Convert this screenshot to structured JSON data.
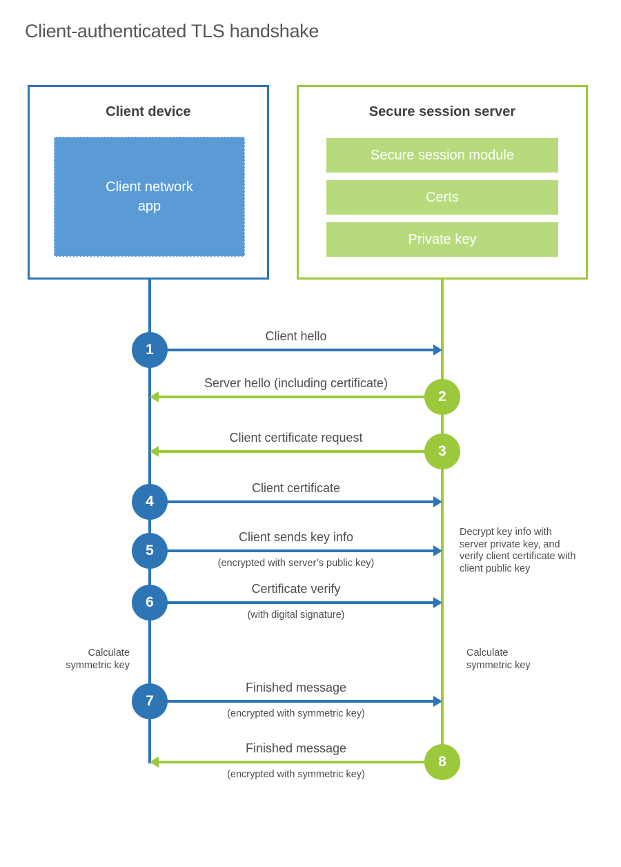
{
  "title": "Client-authenticated TLS handshake",
  "colors": {
    "blue": "#2E75B6",
    "blue_fill": "#5B9BD5",
    "green": "#9CC83C",
    "green_fill": "#B7DB7C"
  },
  "client_box": {
    "heading": "Client device",
    "app_label_lines": [
      "Client network",
      "app"
    ]
  },
  "server_box": {
    "heading": "Secure session server",
    "modules": [
      "Secure session module",
      "Certs",
      "Private key"
    ]
  },
  "steps": [
    {
      "num": 1,
      "label": "Client hello",
      "sublabel": "",
      "direction": "client-to-server"
    },
    {
      "num": 2,
      "label": "Server hello (including certificate)",
      "sublabel": "",
      "direction": "server-to-client"
    },
    {
      "num": 3,
      "label": "Client certificate request",
      "sublabel": "",
      "direction": "server-to-client"
    },
    {
      "num": 4,
      "label": "Client certificate",
      "sublabel": "",
      "direction": "client-to-server"
    },
    {
      "num": 5,
      "label": "Client sends key info",
      "sublabel": "(encrypted with server’s public key)",
      "direction": "client-to-server"
    },
    {
      "num": 6,
      "label": "Certificate verify",
      "sublabel": "(with digital signature)",
      "direction": "client-to-server"
    },
    {
      "num": 7,
      "label": "Finished message",
      "sublabel": "(encrypted with symmetric key)",
      "direction": "client-to-server"
    },
    {
      "num": 8,
      "label": "Finished message",
      "sublabel": "(encrypted with symmetric key)",
      "direction": "server-to-client"
    }
  ],
  "annotations": {
    "decrypt_note": "Decrypt key info with server private key, and verify client certificate with client public key",
    "calc_left": "Calculate symmetric key",
    "calc_right": "Calculate symmetric key"
  }
}
